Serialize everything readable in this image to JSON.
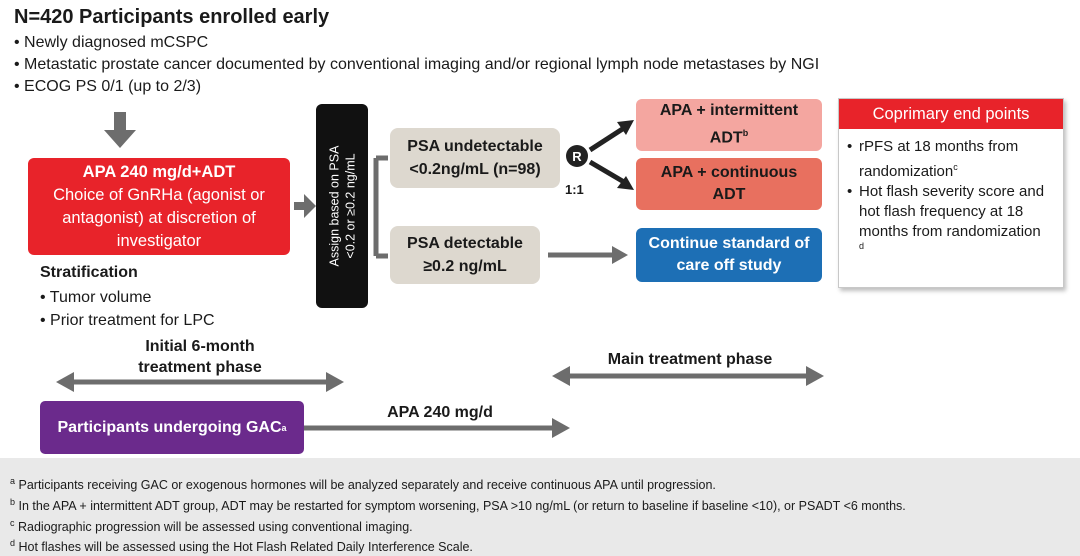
{
  "header": {
    "title": "N=420 Participants enrolled early",
    "criteria": [
      "Newly diagnosed mCSPC",
      "Metastatic prostate cancer documented by conventional imaging and/or regional lymph node metastases by NGI",
      "ECOG PS 0/1 (up to 2/3)"
    ]
  },
  "treatment_box": {
    "line1": "APA 240 mg/d+ADT",
    "line2": "Choice of GnRHa (agonist or",
    "line3": "antagonist) at discretion of",
    "line4": "investigator"
  },
  "assign": {
    "line1": "Assign based on PSA",
    "line2": "<0.2 or ≥0.2 ng/mL"
  },
  "psa_undetectable": {
    "line1": "PSA undetectable",
    "line2": "<0.2ng/mL (n=98)"
  },
  "psa_detectable": {
    "line1": "PSA detectable",
    "line2": "≥0.2 ng/mL"
  },
  "randomization": {
    "symbol": "R",
    "ratio": "1:1"
  },
  "arm_intermittent": {
    "line1": "APA + intermittent",
    "line2": "ADT",
    "sup": "b"
  },
  "arm_continuous": {
    "line1": "APA + continuous",
    "line2": "ADT"
  },
  "arm_continue": {
    "line1": "Continue standard of",
    "line2": "care off study"
  },
  "endpoints": {
    "title": "Coprimary end points",
    "item1_line1": "rPFS at 18 months from",
    "item1_line2": "randomization",
    "item1_sup": "c",
    "item2_line1": "Hot flash severity score and",
    "item2_line2": "hot flash frequency at 18",
    "item2_line3": "months from randomization",
    "item2_sup": "d"
  },
  "stratification": {
    "title": "Stratification",
    "items": [
      "Tumor volume",
      "Prior treatment for LPC"
    ]
  },
  "phases": {
    "initial_line1": "Initial 6-month",
    "initial_line2": "treatment phase",
    "main": "Main treatment phase"
  },
  "gac": {
    "label": "Participants undergoing GAC",
    "sup": "a",
    "arrow_label": "APA 240 mg/d"
  },
  "footnotes": [
    {
      "sup": "a",
      "text": "Participants receiving GAC or exogenous  hormones  will be analyzed separately and receive continuous  APA until progression."
    },
    {
      "sup": "b",
      "text": "In the APA + intermittent ADT group, ADT may be restarted for symptom worsening, PSA >10 ng/mL (or return to baseline if baseline <10), or PSADT <6 months."
    },
    {
      "sup": "c",
      "text": "Radiographic progression will be assessed using conventional imaging."
    },
    {
      "sup": "d",
      "text": "Hot flashes will be assessed  using the Hot Flash Related Daily Interference Scale."
    }
  ],
  "colors": {
    "red": "#e8232a",
    "gray_box": "#ddd8cf",
    "pink": "#f4a6a0",
    "salmon": "#e8705f",
    "blue": "#1d6fb5",
    "purple": "#6b2a8c",
    "arrow": "#6d6d6d"
  }
}
